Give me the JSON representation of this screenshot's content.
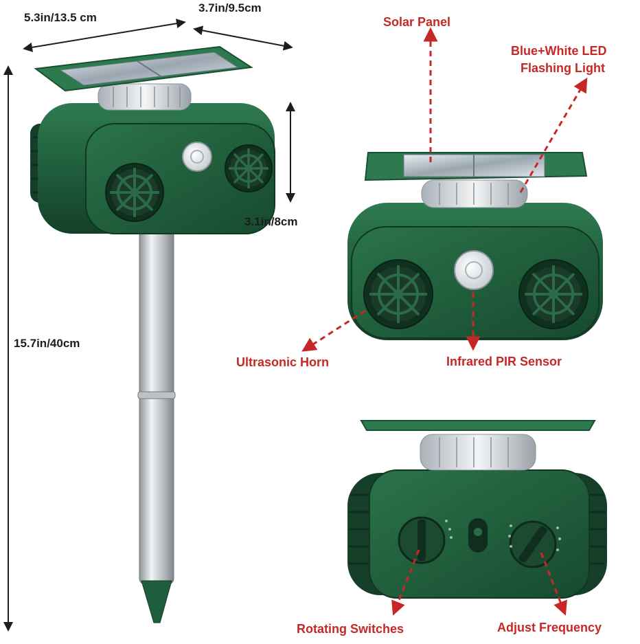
{
  "dimensions": {
    "length": "5.3in/13.5 cm",
    "width": "3.7in/9.5cm",
    "height_body": "3.1in/8cm",
    "height_total": "15.7in/40cm"
  },
  "callouts": {
    "solar_panel": "Solar Panel",
    "led_line1": "Blue+White LED",
    "led_line2": "Flashing Light",
    "ultrasonic_horn": "Ultrasonic Horn",
    "pir_sensor": "Infrared PIR Sensor",
    "rotating_switches": "Rotating Switches",
    "adjust_frequency": "Adjust Frequency"
  },
  "colors": {
    "device_green": "#1f5e3c",
    "accent_red": "#c62828",
    "text_dark": "#1d1d1d"
  }
}
